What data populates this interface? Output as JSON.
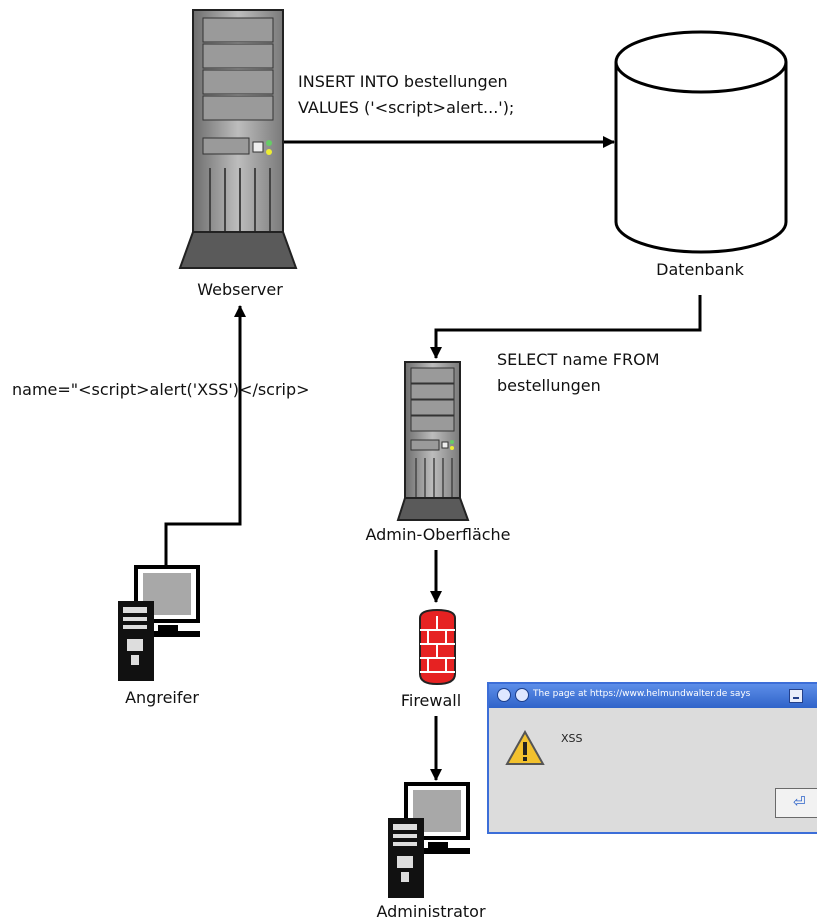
{
  "nodes": {
    "webserver": "Webserver",
    "database": "Datenbank",
    "admin_ui": "Admin-Oberfläche",
    "firewall": "Firewall",
    "attacker": "Angreifer",
    "administrator": "Administrator"
  },
  "edges": {
    "insert_line1": "INSERT INTO bestellungen",
    "insert_line2": "VALUES ('<script>alert...');",
    "select_line1": "SELECT name FROM",
    "select_line2": "bestellungen",
    "payload": "name=\"<script>alert('XSS')</scrip>"
  },
  "dialog": {
    "title": "The page at https://www.helmundwalter.de says",
    "message": "XSS",
    "ok_glyph": "⏎"
  },
  "icons": {
    "server": "server-tower-icon",
    "database": "database-cylinder-icon",
    "computer": "desktop-computer-icon",
    "firewall": "firewall-brick-icon",
    "warning": "warning-triangle-icon"
  }
}
